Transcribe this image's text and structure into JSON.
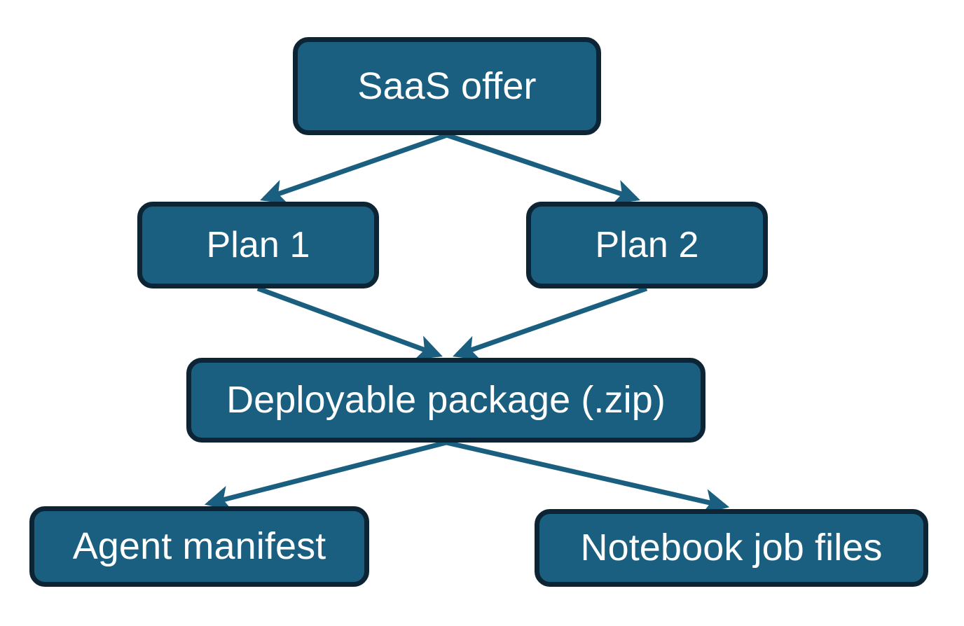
{
  "diagram": {
    "type": "flowchart-tree",
    "background_color": "#FFFFFF",
    "node_fill_color": "#1A5F80",
    "node_border_color": "#0C2433",
    "node_text_color": "#FFFFFF",
    "connector_color": "#1A5F80",
    "nodes": [
      {
        "id": "saas-offer",
        "label": "SaaS offer",
        "level": 0
      },
      {
        "id": "plan-1",
        "label": "Plan 1",
        "level": 1
      },
      {
        "id": "plan-2",
        "label": "Plan 2",
        "level": 1
      },
      {
        "id": "package",
        "label": "Deployable package (.zip)",
        "level": 2
      },
      {
        "id": "agent-manifest",
        "label": "Agent manifest",
        "level": 3
      },
      {
        "id": "notebook-jobs",
        "label": "Notebook job files",
        "level": 3
      }
    ],
    "edges": [
      {
        "from": "saas-offer",
        "to": "plan-1",
        "arrowhead": "solid-triangle"
      },
      {
        "from": "saas-offer",
        "to": "plan-2",
        "arrowhead": "solid-triangle"
      },
      {
        "from": "plan-1",
        "to": "package",
        "arrowhead": "solid-triangle"
      },
      {
        "from": "plan-2",
        "to": "package",
        "arrowhead": "solid-triangle"
      },
      {
        "from": "package",
        "to": "agent-manifest",
        "arrowhead": "solid-triangle"
      },
      {
        "from": "package",
        "to": "notebook-jobs",
        "arrowhead": "solid-triangle"
      }
    ]
  }
}
